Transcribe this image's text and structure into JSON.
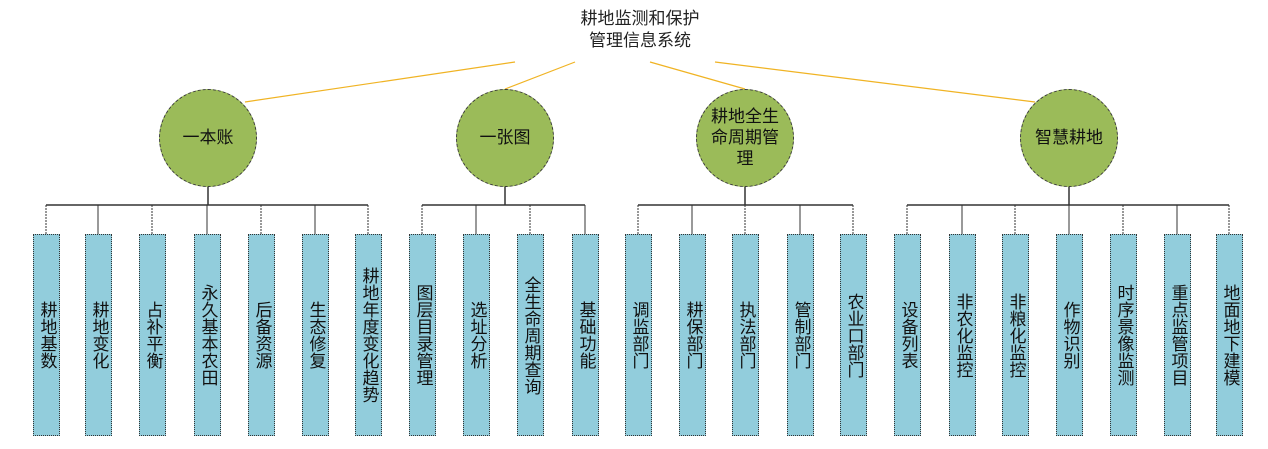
{
  "root": {
    "line1": "耕地监测和保护",
    "line2": "管理信息系统"
  },
  "colors": {
    "circle": "#9bbb59",
    "box": "#92cddc",
    "root_link": "#f0b323",
    "connector": "#333333"
  },
  "modules": [
    {
      "label": "一本账",
      "children": [
        "耕地基数",
        "耕地变化",
        "占补平衡",
        "永久基本农田",
        "后备资源",
        "生态修复",
        "耕地年度变化趋势"
      ]
    },
    {
      "label": "一张图",
      "children": [
        "图层目录管理",
        "选址分析",
        "全生命周期查询",
        "基础功能"
      ]
    },
    {
      "label": "耕地全生命周期管理",
      "children": [
        "调监部门",
        "耕保部门",
        "执法部门",
        "管制部门",
        "农业口部门"
      ]
    },
    {
      "label": "智慧耕地",
      "children": [
        "设备列表",
        "非农化监控",
        "非粮化监控",
        "作物识别",
        "时序景像监测",
        "重点监管项目",
        "地面地下建模"
      ]
    }
  ]
}
